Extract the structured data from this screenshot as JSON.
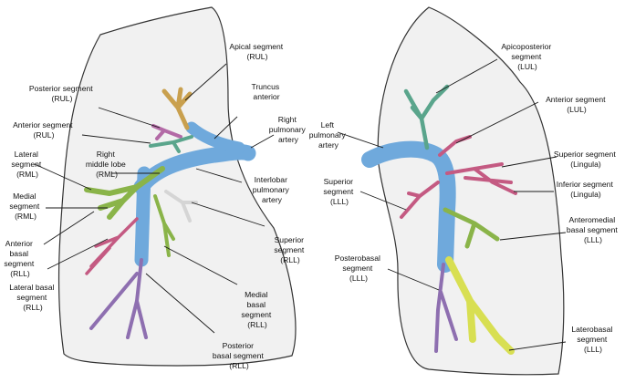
{
  "colors": {
    "pulmonary_artery": "#6fa9dc",
    "upper_lobe_branch": "#5aa58c",
    "posterior_branch": "#b36aa6",
    "lingula_branch": "#c45a82",
    "middle_lobe_branch": "#8ab449",
    "basal_branch": "#8e6fb0",
    "laterobasal_branch": "#d8df52",
    "apical_branch": "#c9a04e",
    "lung_fill": "#f1f1f1"
  },
  "labels": {
    "apical_rul": [
      "Apical segment",
      "(RUL)"
    ],
    "posterior_rul": [
      "Posterior segment",
      "(RUL)"
    ],
    "truncus_anterior": [
      "Truncus",
      "anterior"
    ],
    "right_pulmonary_artery": [
      "Right",
      "pulmonary",
      "artery"
    ],
    "anterior_rul": [
      "Anterior segment",
      "(RUL)"
    ],
    "lateral_rml": [
      "Lateral",
      "segment",
      "(RML)"
    ],
    "right_middle_lobe": [
      "Right",
      "middle lobe",
      "(RML)"
    ],
    "interlobar_pulmonary_artery": [
      "Interlobar",
      "pulmonary",
      "artery"
    ],
    "medial_rml": [
      "Medial",
      "segment",
      "(RML)"
    ],
    "anterior_basal_rll": [
      "Anterior",
      "basal",
      "segment",
      "(RLL)"
    ],
    "superior_rll": [
      "Superior",
      "segment",
      "(RLL)"
    ],
    "lateral_basal_rll": [
      "Lateral basal",
      "segment",
      "(RLL)"
    ],
    "medial_basal_rll": [
      "Medial",
      "basal",
      "segment",
      "(RLL)"
    ],
    "posterior_basal_rll": [
      "Posterior",
      "basal segment",
      "(RLL)"
    ],
    "apicoposterior_lul": [
      "Apicoposterior",
      "segment",
      "(LUL)"
    ],
    "anterior_lul": [
      "Anterior segment",
      "(LUL)"
    ],
    "left_pulmonary_artery": [
      "Left",
      "pulmonary",
      "artery"
    ],
    "superior_lingula": [
      "Superior segment",
      "(Lingula)"
    ],
    "inferior_lingula": [
      "Inferior segment",
      "(Lingula)"
    ],
    "superior_lll": [
      "Superior",
      "segment",
      "(LLL)"
    ],
    "anteromedial_basal_lll": [
      "Anteromedial",
      "basal segment",
      "(LLL)"
    ],
    "posterobasal_lll": [
      "Posterobasal",
      "segment",
      "(LLL)"
    ],
    "laterobasal_lll": [
      "Laterobasal",
      "segment",
      "(LLL)"
    ]
  }
}
